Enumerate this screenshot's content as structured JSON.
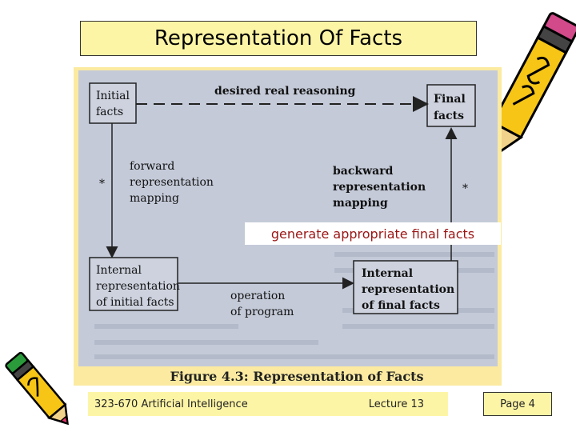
{
  "slide": {
    "title": "Representation Of Facts"
  },
  "diagram": {
    "top_label": "desired real reasoning",
    "initial_facts": [
      "Initial",
      "facts"
    ],
    "final_facts": [
      "Final",
      "facts"
    ],
    "forward_mapping": [
      "forward",
      "representation",
      "mapping"
    ],
    "backward_mapping": [
      "backward",
      "representation",
      "mapping"
    ],
    "internal_initial": [
      "Internal",
      "representation",
      "of initial facts"
    ],
    "internal_final": [
      "Internal",
      "representation",
      "of final facts"
    ],
    "operation": [
      "operation",
      "of program"
    ],
    "star_left": "*",
    "star_right": "*",
    "overlay_text": "generate appropriate final facts",
    "figure_caption": "Figure 4.3: Representation of Facts"
  },
  "footer": {
    "course": "323-670 Artificial Intelligence",
    "lecture": "Lecture 13",
    "page": "Page 4"
  },
  "colors": {
    "title_bg": "#fdf5a6",
    "figure_bg": "#c4cad8",
    "overlay_text": "#9b1515"
  }
}
